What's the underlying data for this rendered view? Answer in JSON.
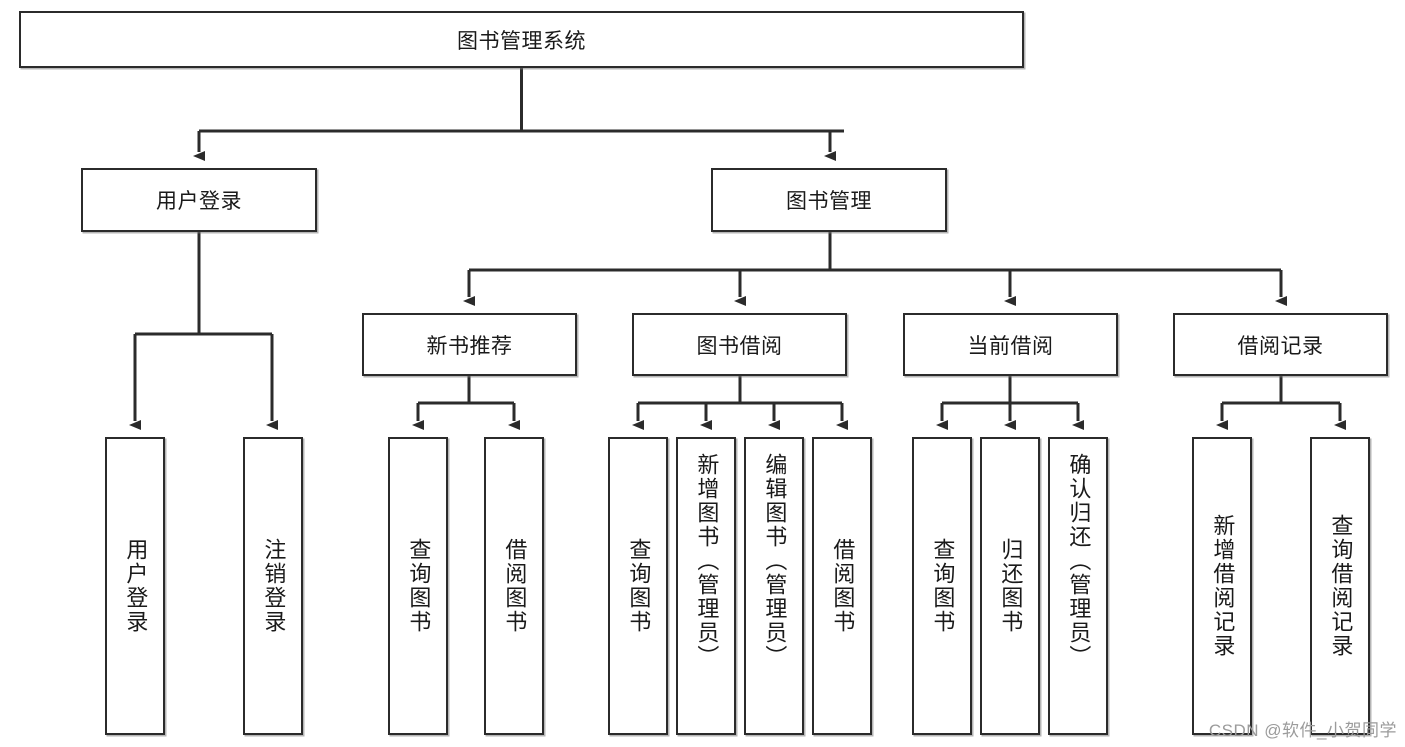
{
  "diagram": {
    "type": "tree-hierarchy-chart",
    "title": "图书管理系统",
    "colors": {
      "box_border": "#2b2b2b",
      "box_fill": "#ffffff",
      "edge": "#2b2b2b",
      "text": "#1a1a1a",
      "watermark": "#9b9b9b",
      "background": "#ffffff"
    },
    "root": {
      "label": "图书管理系统"
    },
    "level1": [
      {
        "id": "user-login",
        "label": "用户登录"
      },
      {
        "id": "book-management",
        "label": "图书管理"
      }
    ],
    "level2": [
      {
        "id": "new-book-recommend",
        "label": "新书推荐",
        "parent": "book-management"
      },
      {
        "id": "book-borrow",
        "label": "图书借阅",
        "parent": "book-management"
      },
      {
        "id": "current-borrow",
        "label": "当前借阅",
        "parent": "book-management"
      },
      {
        "id": "borrow-record",
        "label": "借阅记录",
        "parent": "book-management"
      }
    ],
    "leaves": [
      {
        "id": "leaf-user-login",
        "label": "用户登录",
        "parent": "user-login"
      },
      {
        "id": "leaf-logout-login",
        "label": "注销登录",
        "parent": "user-login"
      },
      {
        "id": "leaf-query-book-1",
        "label": "查询图书",
        "parent": "new-book-recommend"
      },
      {
        "id": "leaf-borrow-book-1",
        "label": "借阅图书",
        "parent": "new-book-recommend"
      },
      {
        "id": "leaf-query-book-2",
        "label": "查询图书",
        "parent": "book-borrow"
      },
      {
        "id": "leaf-add-book",
        "label": "新增图书（管理员）",
        "parent": "book-borrow"
      },
      {
        "id": "leaf-edit-book",
        "label": "编辑图书（管理员）",
        "parent": "book-borrow"
      },
      {
        "id": "leaf-borrow-book-2",
        "label": "借阅图书",
        "parent": "book-borrow"
      },
      {
        "id": "leaf-query-book-3",
        "label": "查询图书",
        "parent": "current-borrow"
      },
      {
        "id": "leaf-return-book",
        "label": "归还图书",
        "parent": "current-borrow"
      },
      {
        "id": "leaf-confirm-return",
        "label": "确认归还（管理员）",
        "parent": "current-borrow"
      },
      {
        "id": "leaf-add-record",
        "label": "新增借阅记录",
        "parent": "borrow-record"
      },
      {
        "id": "leaf-query-record",
        "label": "查询借阅记录",
        "parent": "borrow-record"
      }
    ],
    "watermark": "CSDN @软件_小贺同学"
  }
}
